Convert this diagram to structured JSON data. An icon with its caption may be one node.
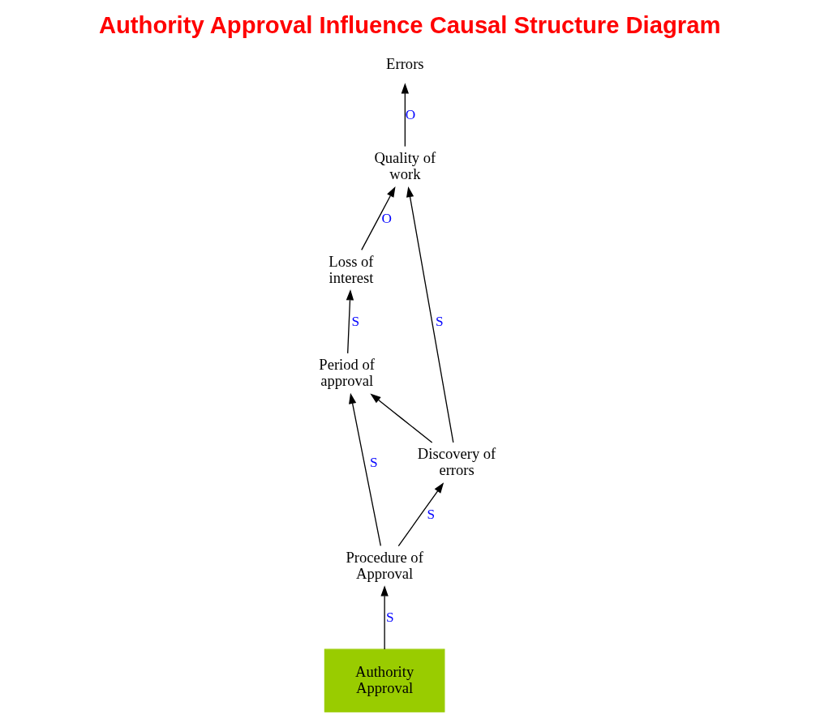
{
  "diagram": {
    "title": "Authority Approval Influence Causal Structure Diagram",
    "nodes": [
      {
        "text": [
          "Errors"
        ]
      },
      {
        "text": [
          "Loss of interest"
        ]
      },
      {
        "text": [
          "Quality of work"
        ]
      },
      {
        "text": [
          "Period of approval"
        ]
      },
      {
        "text": [
          "Discovery of errors"
        ]
      },
      {
        "text": [
          "Procedure of Approval"
        ]
      },
      {
        "text": [
          "Authority Approval"
        ]
      }
    ],
    "edges": [
      {
        "from": 2,
        "to": 0,
        "arrow": "to",
        "label": "O"
      },
      {
        "from": 1,
        "to": 2,
        "arrow": "to",
        "label": "O"
      },
      {
        "from": 3,
        "to": 1,
        "arrow": "to",
        "label": "S"
      },
      {
        "from": 4,
        "to": 2,
        "arrow": "to",
        "label": "S"
      },
      {
        "from": 4,
        "to": 3,
        "arrow": "to"
      },
      {
        "from": 5,
        "to": 3,
        "arrow": "to",
        "label": "S"
      },
      {
        "from": 5,
        "to": 4,
        "arrow": "to",
        "label": "S"
      },
      {
        "from": 6,
        "to": 5,
        "arrow": "to",
        "label": "S"
      }
    ]
  }
}
